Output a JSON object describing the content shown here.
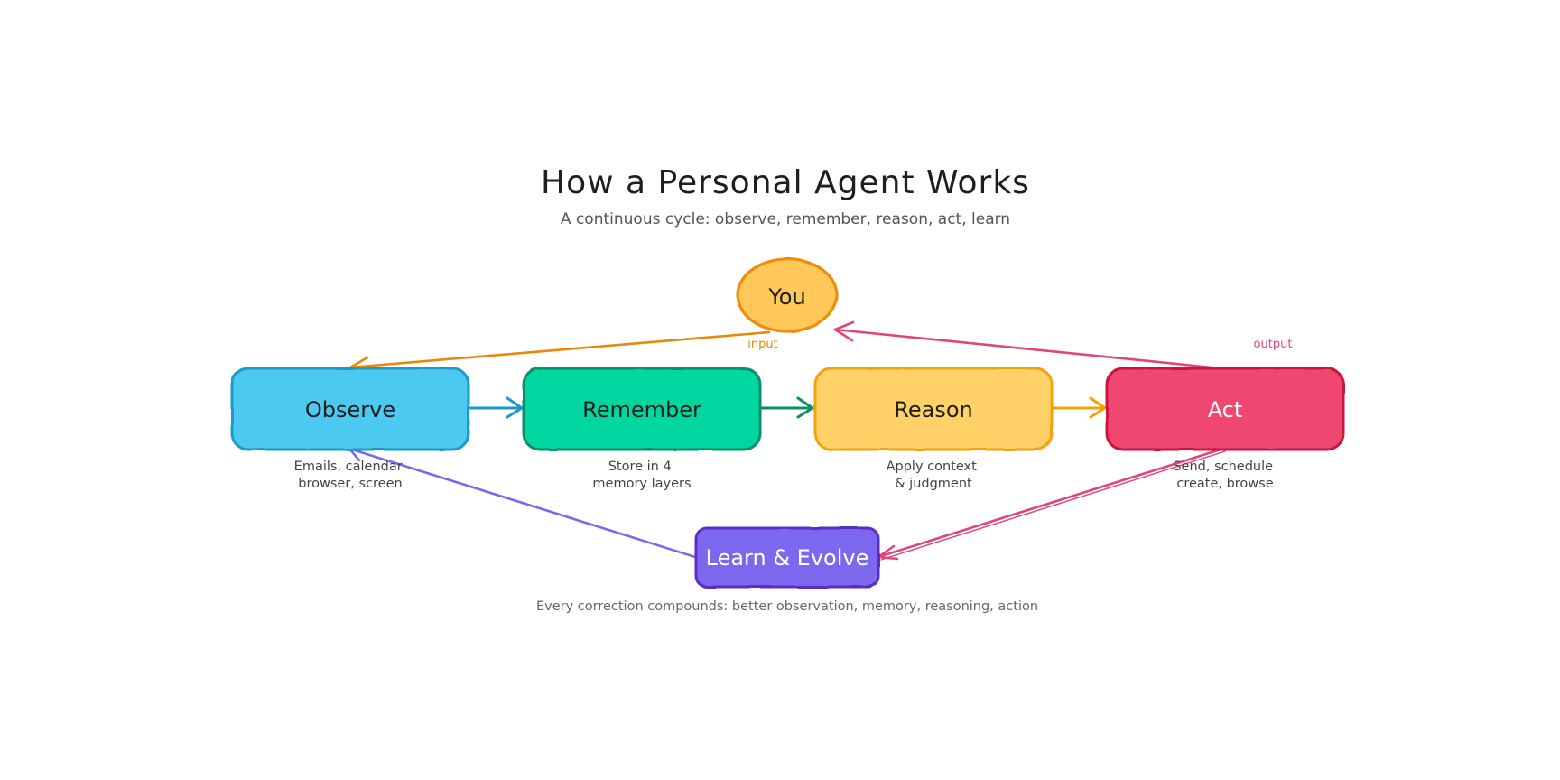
{
  "title": "How a Personal Agent Works",
  "subtitle": "A continuous cycle: observe, remember, reason, act, learn",
  "colors": {
    "observe_fill": "#4cc9f0",
    "observe_stroke": "#1a9bc4",
    "remember_fill": "#06d6a0",
    "remember_stroke": "#0a8f6a",
    "reason_fill": "#ffd166",
    "reason_stroke": "#f0a30a",
    "act_fill": "#ef476f",
    "act_stroke": "#c8143d",
    "learn_fill": "#7b68ee",
    "learn_stroke": "#5a2fc2",
    "you_fill": "#ffc859",
    "you_stroke": "#f08c0a",
    "input_color": "#e8870a",
    "output_color": "#e0457a"
  },
  "nodes": {
    "you": {
      "label": "You"
    },
    "observe": {
      "label": "Observe",
      "desc": [
        "Emails, calendar",
        "browser, screen"
      ]
    },
    "remember": {
      "label": "Remember",
      "desc": [
        "Store in 4",
        "memory layers"
      ]
    },
    "reason": {
      "label": "Reason",
      "desc": [
        "Apply context",
        "& judgment"
      ]
    },
    "act": {
      "label": "Act",
      "desc": [
        "Send, schedule",
        "create, browse"
      ]
    },
    "learn": {
      "label": "Learn & Evolve"
    }
  },
  "edge_labels": {
    "input": "input",
    "output": "output"
  },
  "footer": "Every correction compounds: better observation, memory, reasoning, action"
}
